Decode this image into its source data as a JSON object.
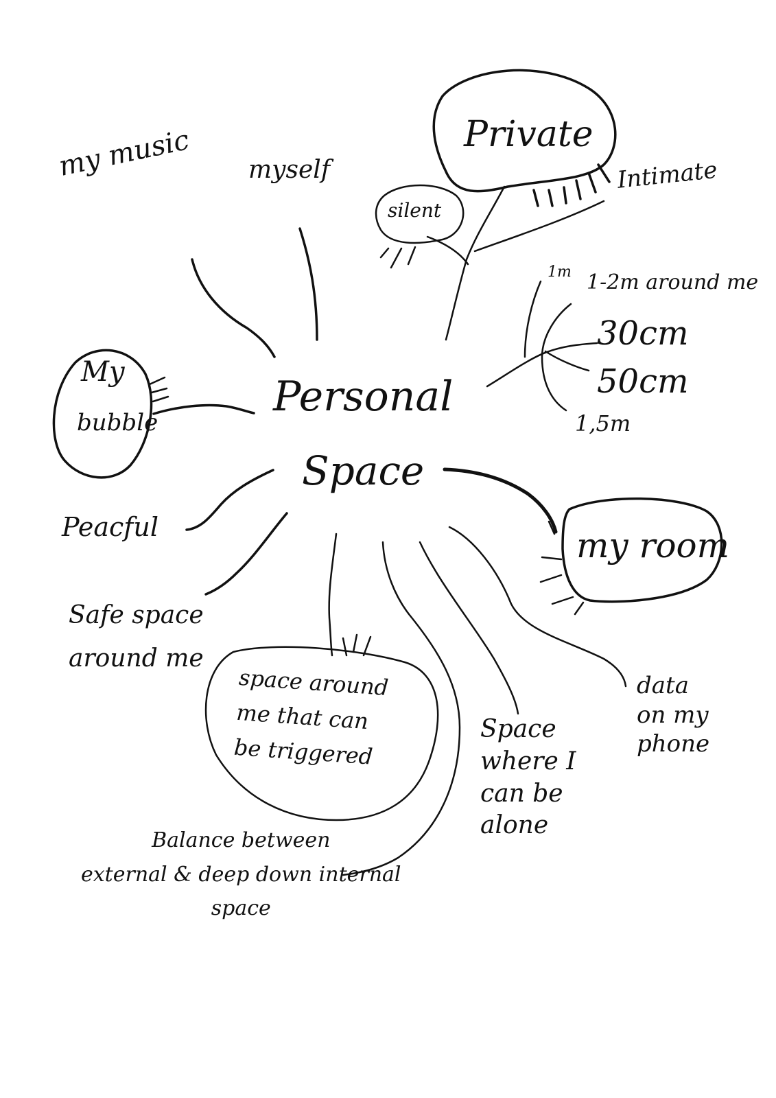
{
  "center": {
    "line1": "Personal",
    "line2": "Space"
  },
  "branches": {
    "my_music": "my music",
    "myself": "myself",
    "private": "Private",
    "intimate": "Intimate",
    "silent": "silent",
    "distance_1m": "1m",
    "distance_1_2m": "1-2m around me",
    "distance_30cm": "30cm",
    "distance_50cm": "50cm",
    "distance_1_5m": "1,5m",
    "my_bubble_line1": "My",
    "my_bubble_line2": "bubble",
    "my_room": "my room",
    "peaceful": "Peacful",
    "safe_space": "Safe space\naround me",
    "space_triggered": "space around\nme that can\nbe triggered",
    "space_alone": "Space\nwhere I\ncan be\nalone",
    "data_phone": "data\non my\nphone",
    "balance": "Balance between\nexternal & deep down internal\nspace"
  }
}
